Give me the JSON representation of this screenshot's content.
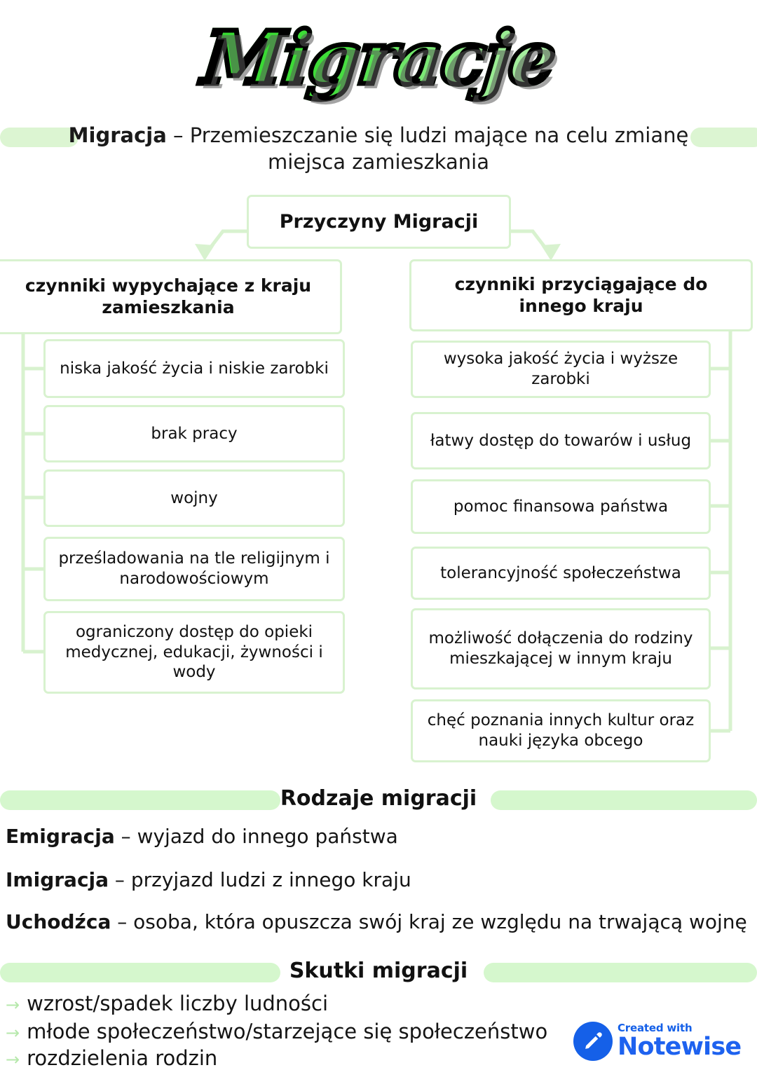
{
  "title": "Migracje",
  "definition": {
    "term": "Migracja",
    "dash": " – ",
    "text": "Przemieszczanie się ludzi mające na celu zmianę miejsca zamieszkania"
  },
  "flowchart": {
    "root": "Przyczyny Migracji",
    "branches": [
      {
        "label": "czynniki wypychające z kraju zamieszkania",
        "items": [
          "niska jakość życia i niskie zarobki",
          "brak pracy",
          "wojny",
          "prześladowania na tle religijnym i narodowościowym",
          "ograniczony dostęp do opieki medycznej, edukacji, żywności i wody"
        ]
      },
      {
        "label": "czynniki przyciągające do innego kraju",
        "items": [
          "wysoka jakość życia i wyższe zarobki",
          "łatwy dostęp do towarów i usług",
          "pomoc finansowa państwa",
          "tolerancyjność społeczeństwa",
          "możliwość dołączenia do rodziny mieszkającej w innym kraju",
          "chęć poznania innych kultur oraz nauki języka obcego"
        ]
      }
    ]
  },
  "types_section": {
    "heading": "Rodzaje migracji",
    "entries": [
      {
        "term": "Emigracja",
        "dash": " – ",
        "text": "wyjazd do innego państwa"
      },
      {
        "term": "Imigracja",
        "dash": " – ",
        "text": "przyjazd ludzi z innego kraju"
      },
      {
        "term": "Uchodźca",
        "dash": " – ",
        "text": "osoba, która opuszcza swój kraj ze względu na trwającą wojnę"
      }
    ]
  },
  "effects_section": {
    "heading": "Skutki migracji",
    "bullet_glyph": "→",
    "items": [
      "wzrost/spadek liczby ludności",
      "młode społeczeństwo/starzejące się społeczeństwo",
      "rozdzielenia rodzin"
    ]
  },
  "watermark": {
    "small": "Created with",
    "big": "Notewise"
  },
  "colors": {
    "accent_green": "#3ddb3d",
    "pale_green": "#d8f2cf",
    "highlight_green": "#d5f7cd",
    "brand_blue": "#1560e8",
    "ink": "#111111"
  }
}
